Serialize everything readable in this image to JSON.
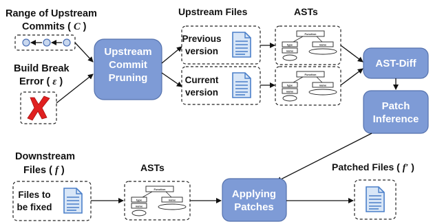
{
  "labels": {
    "range_line1": "Range of Upstream",
    "range_line2": "Commits (",
    "range_var": "C",
    "range_close": ")",
    "break_line1": "Build Break",
    "break_line2": "Error (",
    "break_var": "ε",
    "break_close": ")",
    "upstream_files": "Upstream Files",
    "asts_top": "ASTs",
    "previous_l1": "Previous",
    "previous_l2": "version",
    "current_l1": "Current",
    "current_l2": "version",
    "downstream_l1": "Downstream",
    "downstream_l2": "Files (",
    "downstream_var": "f",
    "downstream_close": ")",
    "asts_bottom": "ASTs",
    "files_fixed_l1": "Files to",
    "files_fixed_l2": "be fixed",
    "patched_files": "Patched Files (",
    "patched_var": "f′",
    "patched_close": ")"
  },
  "processes": {
    "pruning_l1": "Upstream",
    "pruning_l2": "Commit",
    "pruning_l3": "Pruning",
    "astdiff": "AST-Diff",
    "patch_l1": "Patch",
    "patch_l2": "Inference",
    "apply_l1": "Applying",
    "apply_l2": "Patches"
  },
  "ast": {
    "root": "Function",
    "left": "type",
    "left2": "name",
    "right": "name"
  },
  "colors": {
    "process_fill": "#7e9bd6",
    "doc_fill": "#d8e6f7",
    "doc_stroke": "#4a7fc9",
    "error_red": "#e02020",
    "commit_dot": "#c9d8ef"
  },
  "icons": [
    "document-icon",
    "error-x-icon",
    "commit-dot-icon",
    "ast-tree-icon"
  ]
}
